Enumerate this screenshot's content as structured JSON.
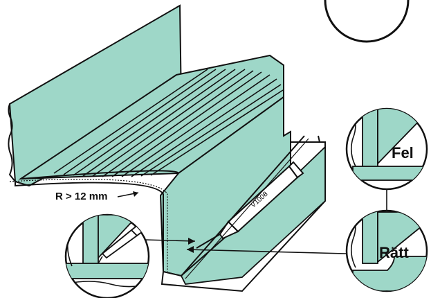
{
  "diagram": {
    "radius_label": "R > 12 mm",
    "tube_label": "V1008",
    "wrong_label": "Fel",
    "right_label": "Rätt"
  },
  "colors": {
    "fill": "#9ed7c8",
    "fill_dark": "#7cc2b1",
    "line": "#111111"
  }
}
